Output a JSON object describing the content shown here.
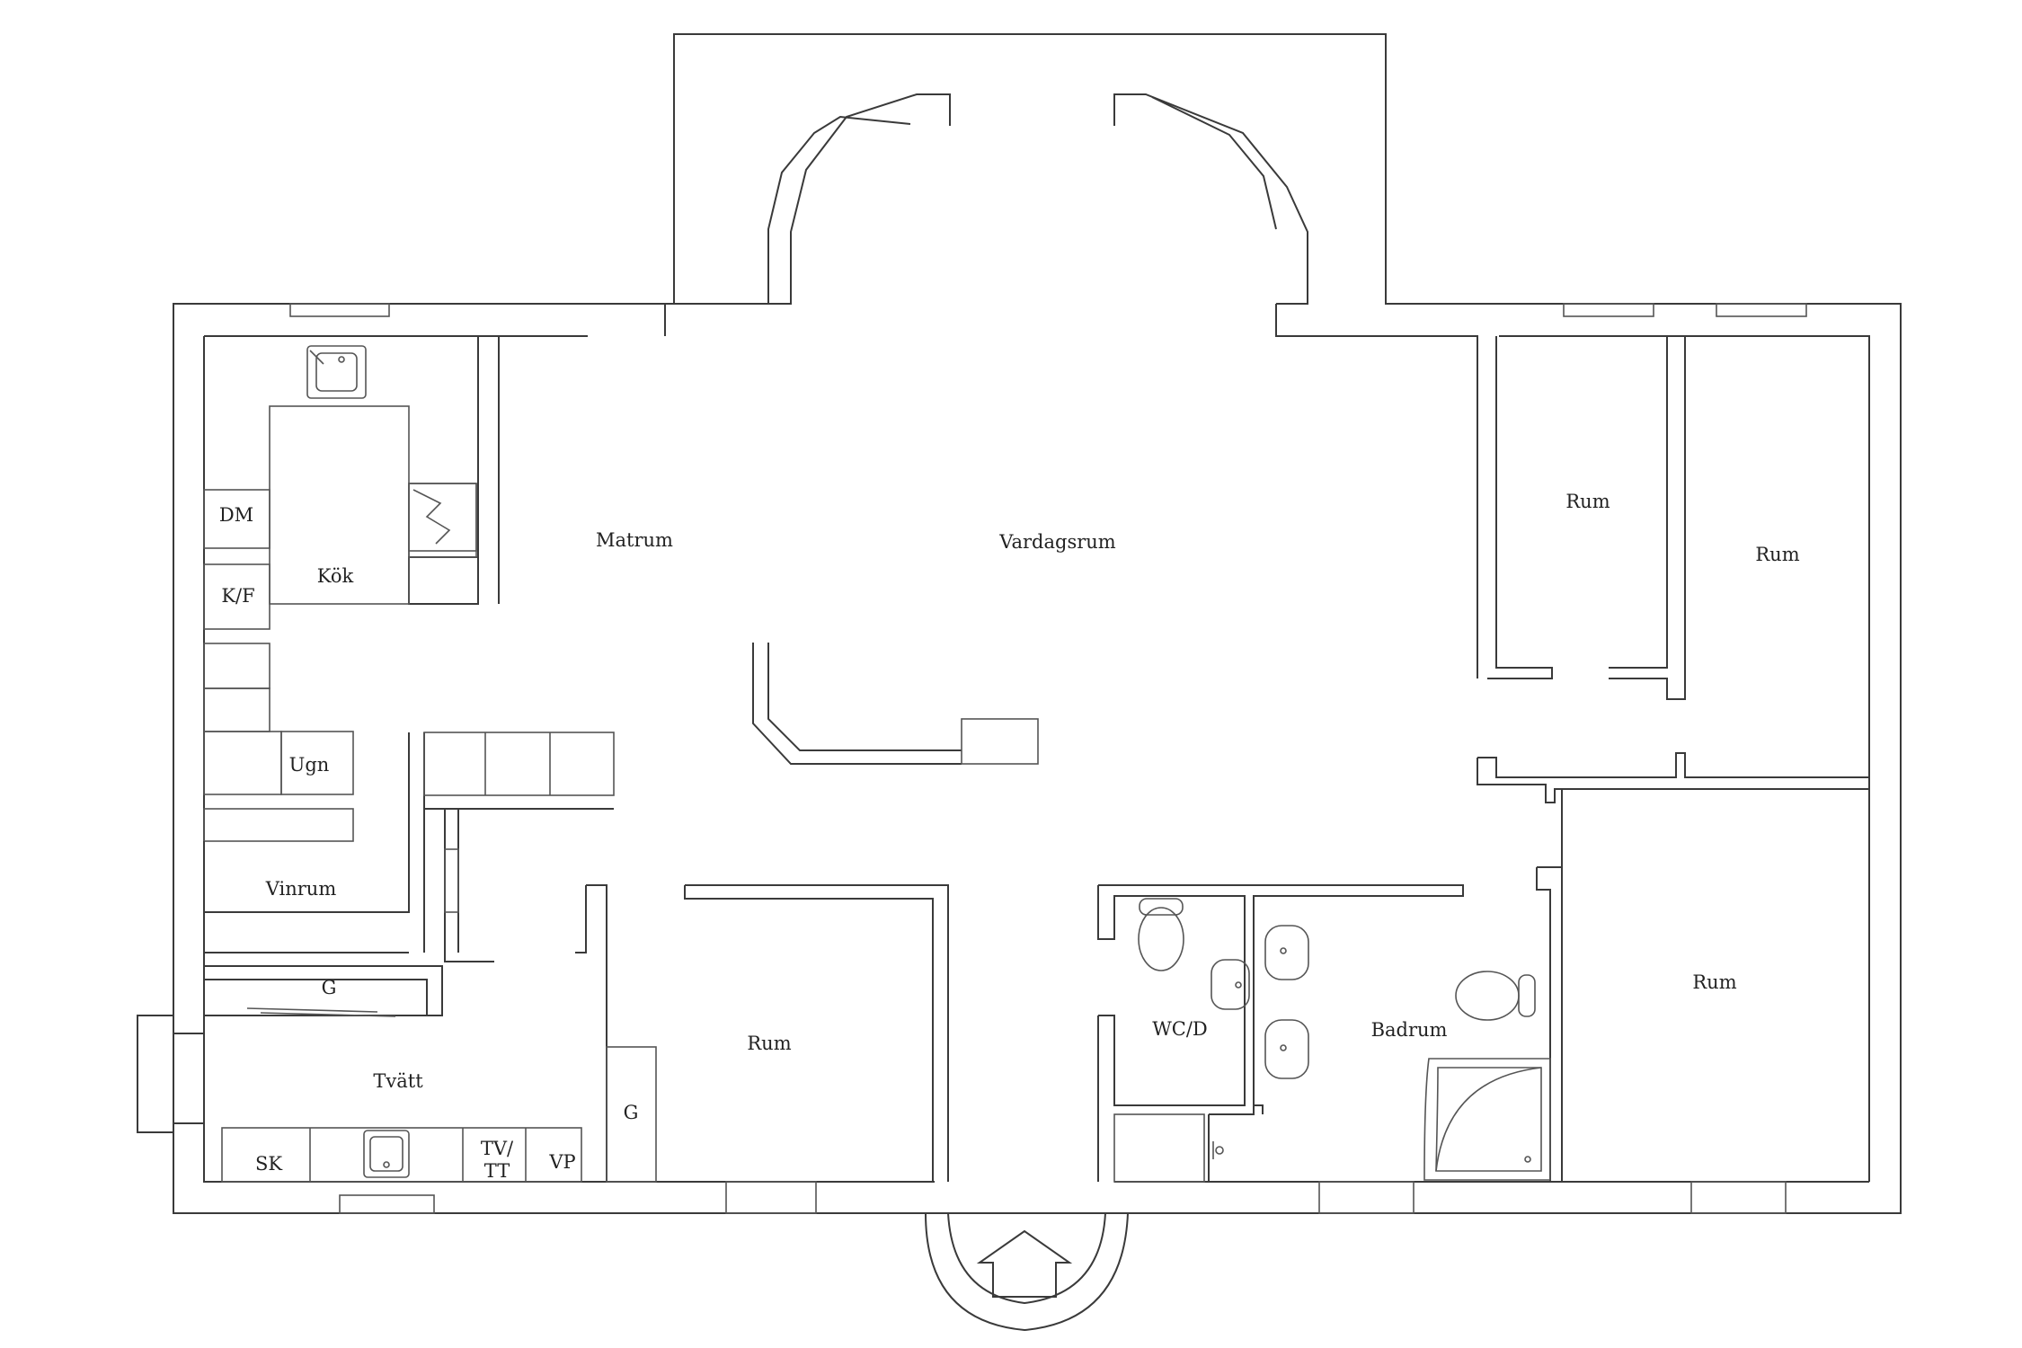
{
  "floorplan": {
    "rooms": {
      "kok": "Kök",
      "matrum": "Matrum",
      "vardagsrum": "Vardagsrum",
      "rum_top_left": "Rum",
      "rum_top_right": "Rum",
      "rum_bottom_right": "Rum",
      "rum_center": "Rum",
      "vinrum": "Vinrum",
      "tvatt": "Tvätt",
      "wc_d": "WC/D",
      "badrum": "Badrum"
    },
    "fixtures": {
      "dm": "DM",
      "kf": "K/F",
      "ugn": "Ugn",
      "g_closet_tvatt": "G",
      "g_closet_rum": "G",
      "sk": "SK",
      "tv_line1": "TV/",
      "tv_line2": "TT",
      "vp": "VP"
    },
    "icons": [
      "entrance-arrow-icon",
      "sink-icon",
      "toilet-icon",
      "washbasin-icon",
      "corner-bathtub-icon",
      "chimney-icon"
    ]
  }
}
